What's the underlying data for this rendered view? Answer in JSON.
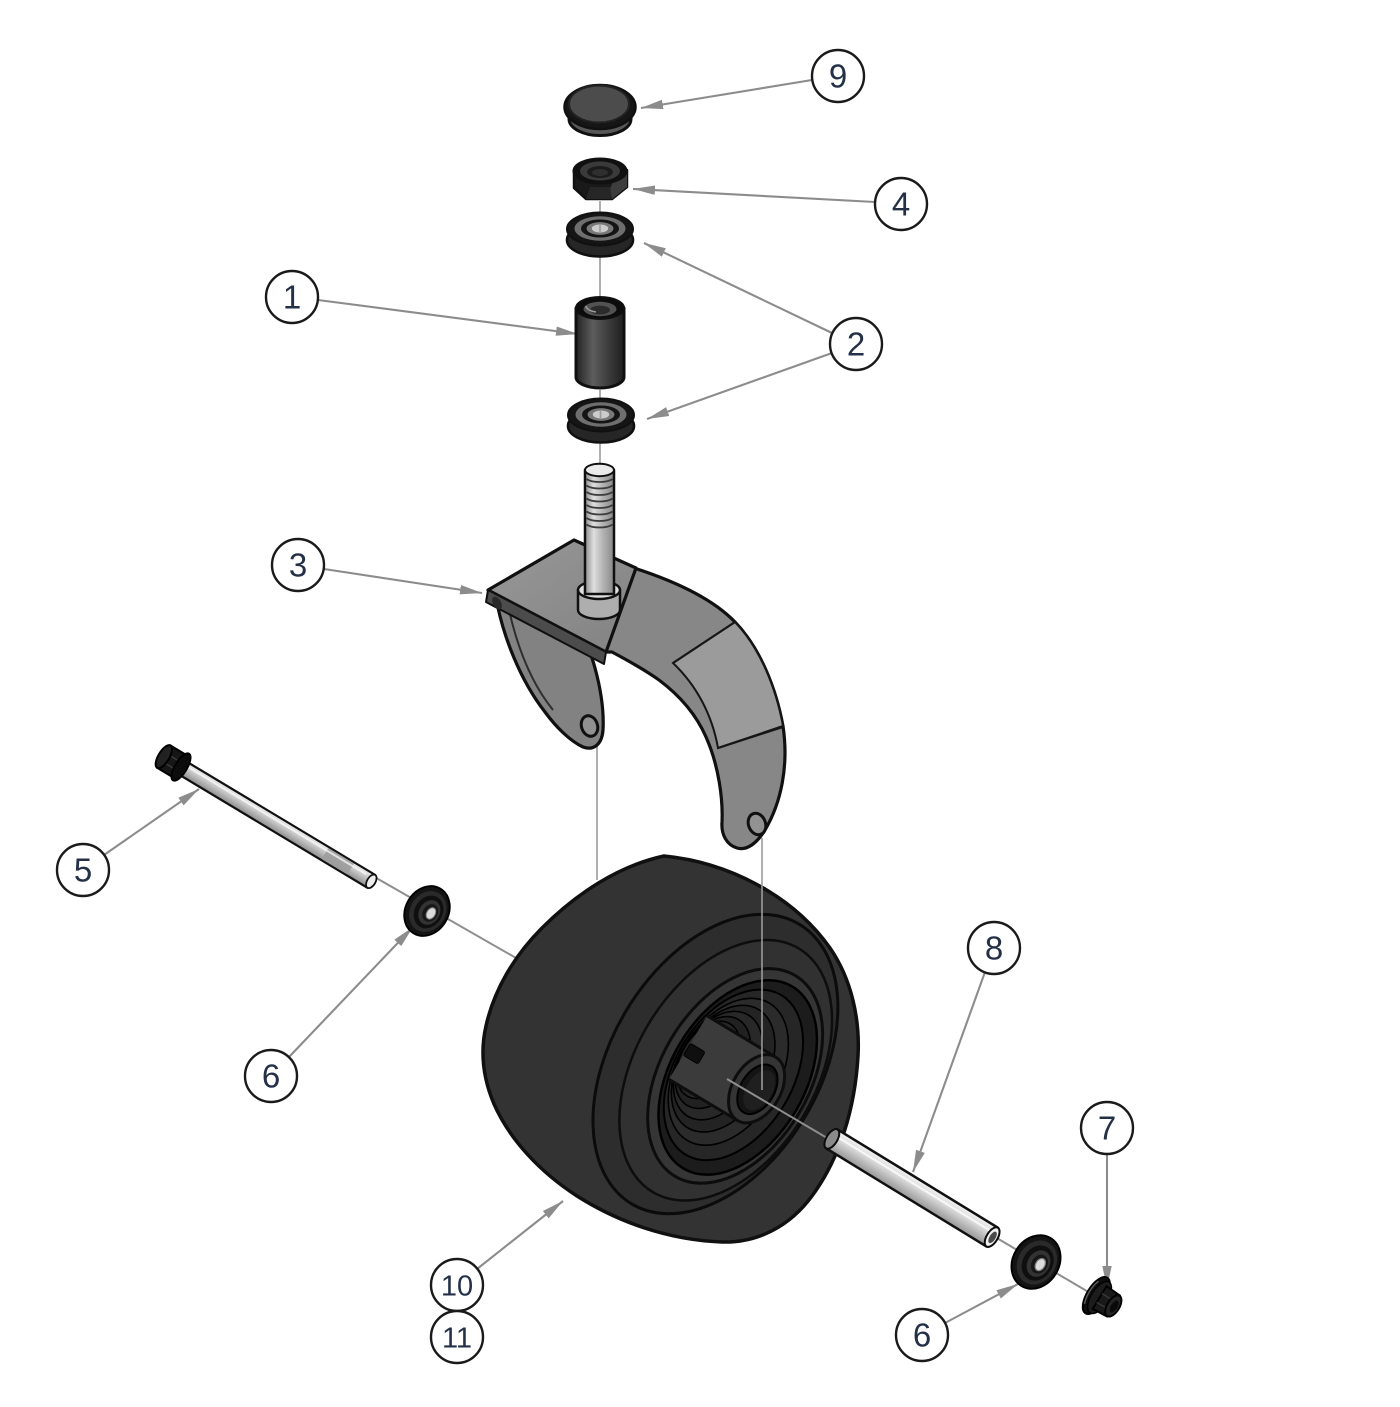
{
  "diagram": {
    "kind": "exploded-parts-diagram",
    "background": "#ffffff",
    "colors": {
      "leader_line": "#8c8c8c",
      "construction_line": "#9b9b9b",
      "part_outline": "#101010",
      "fork_gray": "#8a8a8a",
      "tire_dark": "#333333",
      "metal_light": "#d9d9d9",
      "callout_fill": "#ffffff",
      "callout_stroke": "#1a1a1a",
      "callout_text": "#233047"
    },
    "callouts": {
      "c1": {
        "label": "1",
        "part": "spacer-bushing"
      },
      "c2": {
        "label": "2",
        "part": "stem-bearing"
      },
      "c3": {
        "label": "3",
        "part": "caster-fork"
      },
      "c4": {
        "label": "4",
        "part": "hex-lock-nut"
      },
      "c5": {
        "label": "5",
        "part": "axle-bolt"
      },
      "c6a": {
        "label": "6",
        "part": "flanged-wheel-bearing"
      },
      "c6b": {
        "label": "6",
        "part": "flanged-wheel-bearing"
      },
      "c7": {
        "label": "7",
        "part": "flange-nut"
      },
      "c8": {
        "label": "8",
        "part": "axle-spacer-tube"
      },
      "c9": {
        "label": "9",
        "part": "dust-cap"
      },
      "c10": {
        "label": "10",
        "part": "wheel-hub"
      },
      "c11": {
        "label": "11",
        "part": "tire"
      }
    }
  }
}
